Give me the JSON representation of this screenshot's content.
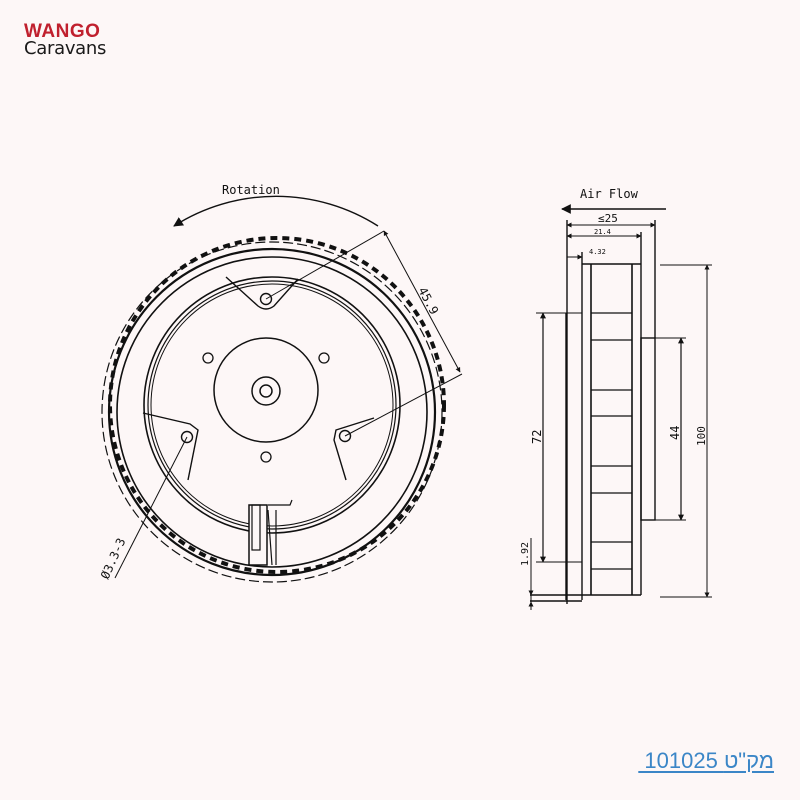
{
  "brand": {
    "line1": "WANGO",
    "line2": "Caravans",
    "accent_color": "#c0202e",
    "text_color": "#1a1a1a"
  },
  "drawing": {
    "front_view": {
      "rotation_label": "Rotation",
      "dim_diagonal": "45.9",
      "dim_hole": "Ø3.3-3"
    },
    "side_view": {
      "airflow_label": "Air Flow",
      "dim_overall_width": "≤25",
      "dim_width_2": "21.4",
      "dim_width_3": "4.32",
      "dim_height_blades": "72",
      "dim_height_hub": "44",
      "dim_height_overall": "100",
      "dim_base": "1.92"
    },
    "line_color": "#111111"
  },
  "footer": {
    "sku_text": " 101025 מק\"ט",
    "sku_color": "#3b86c7"
  }
}
